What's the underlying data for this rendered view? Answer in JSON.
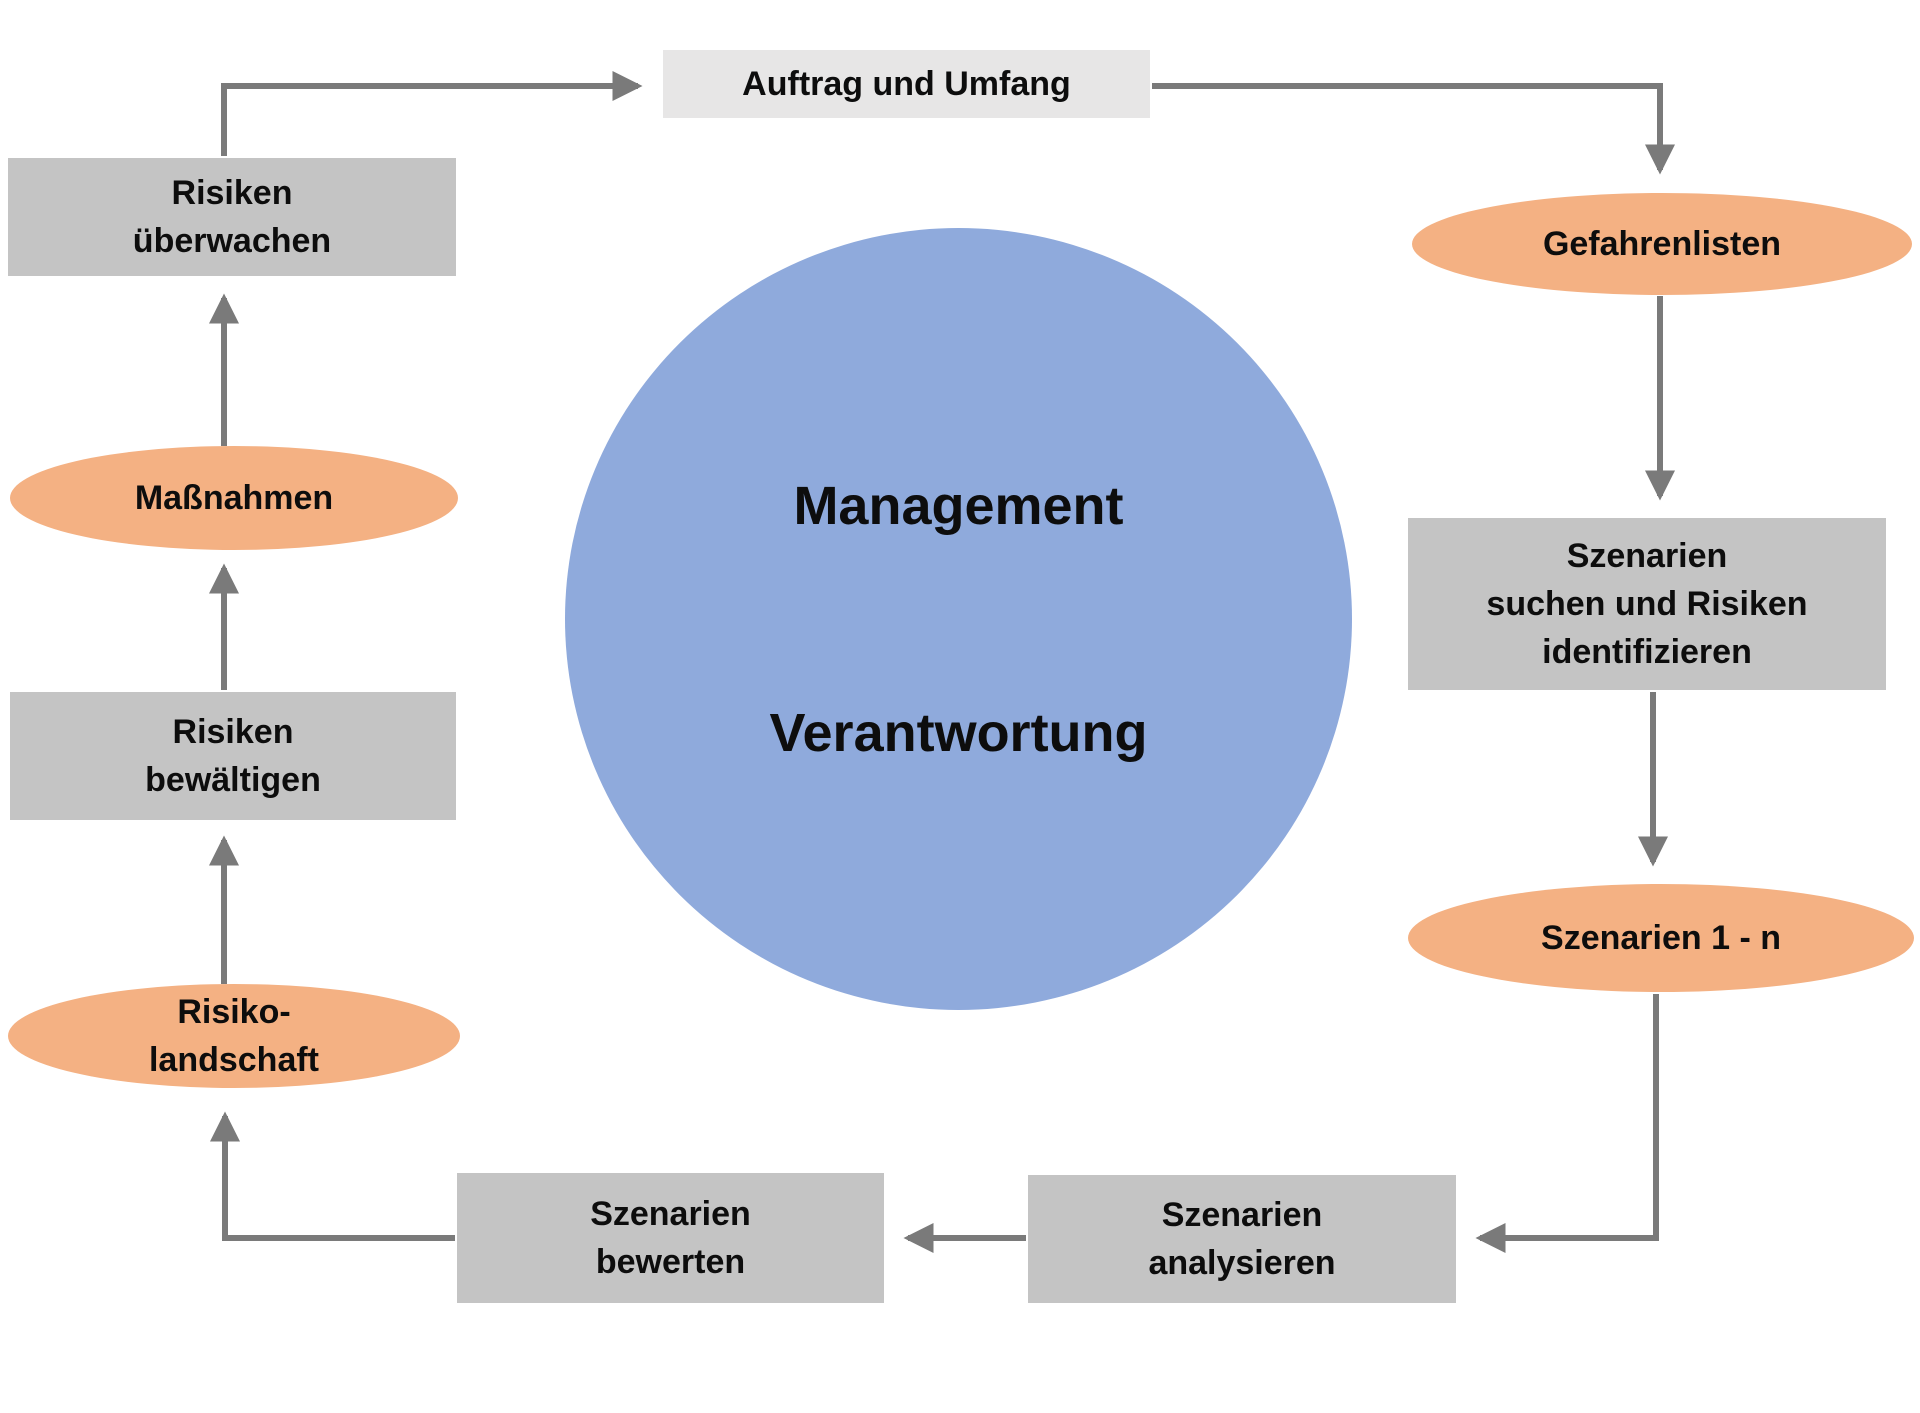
{
  "diagram": {
    "center": {
      "line1": "Management",
      "line2": "Verantwortung"
    },
    "nodes": {
      "auftrag": {
        "label": "Auftrag und Umfang",
        "shape": "box"
      },
      "gefahrenlisten": {
        "label": "Gefahrenlisten",
        "shape": "ellipse"
      },
      "szenarien_suchen": {
        "label": "Szenarien\nsuchen und Risiken\nidentifizieren",
        "shape": "box"
      },
      "szenarien_1n": {
        "label": "Szenarien 1 - n",
        "shape": "ellipse"
      },
      "szenarien_analysieren": {
        "label": "Szenarien\nanalysieren",
        "shape": "box"
      },
      "szenarien_bewerten": {
        "label": "Szenarien\nbewerten",
        "shape": "box"
      },
      "risikolandschaft": {
        "label": "Risiko-\nlandschaft",
        "shape": "ellipse"
      },
      "risiken_bewaeltigen": {
        "label": "Risiken\nbewältigen",
        "shape": "box"
      },
      "massnahmen": {
        "label": "Maßnahmen",
        "shape": "ellipse"
      },
      "risiken_ueberwachen": {
        "label": "Risiken\nüberwachen",
        "shape": "box"
      }
    },
    "colors": {
      "circle_blue": "#8FAADC",
      "ellipse_orange": "#F4B183",
      "box_gray": "#C4C4C4",
      "box_light_gray": "#E7E6E6",
      "arrow_gray": "#7A7A7A",
      "text": "#0D0D0D"
    }
  }
}
